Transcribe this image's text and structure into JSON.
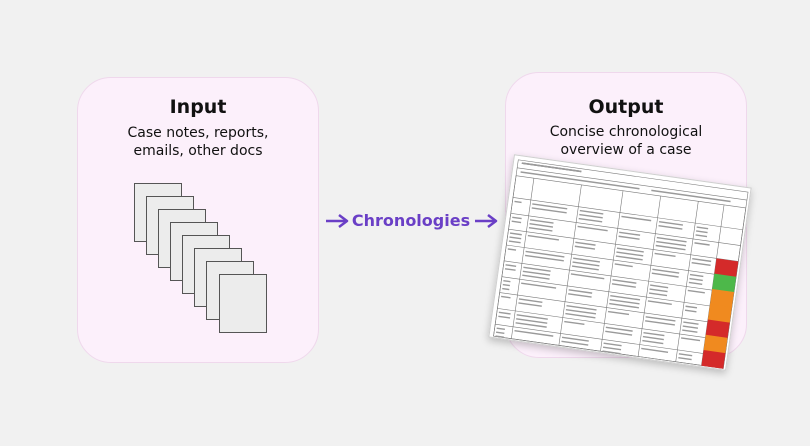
{
  "input": {
    "title": "Input",
    "subtitle_line1": "Case notes, reports,",
    "subtitle_line2": "emails, other docs"
  },
  "middle": {
    "label": "Chronologies",
    "arrow_color": "#6a3fc6"
  },
  "output": {
    "title": "Output",
    "subtitle_line1": "Concise chronological",
    "subtitle_line2": "overview of a case"
  },
  "colors": {
    "panel_fill": "#fcf0fb",
    "background": "#f1f1f1",
    "rating_red": "#d42a2a",
    "rating_green": "#4db84a",
    "rating_orange": "#f08a1f"
  },
  "document_icon": "stacked-document-icon",
  "chronology_ratings": [
    "red",
    "green",
    "orange",
    "orange",
    "red",
    "orange",
    "red"
  ]
}
